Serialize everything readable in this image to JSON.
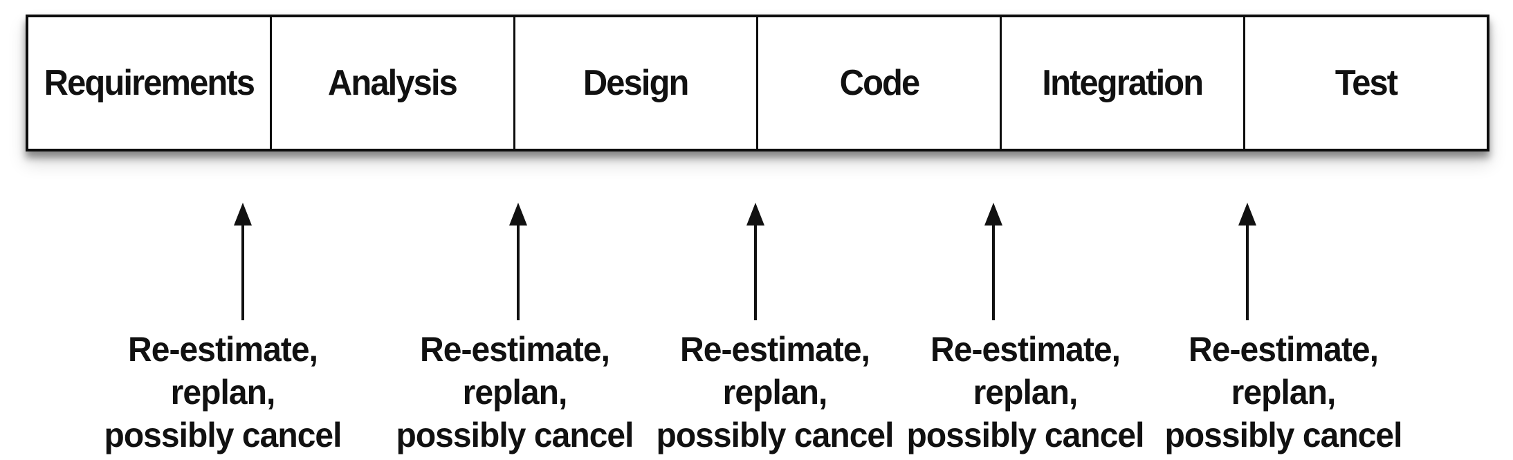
{
  "phases": [
    {
      "label": "Requirements"
    },
    {
      "label": "Analysis"
    },
    {
      "label": "Design"
    },
    {
      "label": "Code"
    },
    {
      "label": "Integration"
    },
    {
      "label": "Test"
    }
  ],
  "feedback": [
    {
      "icon": "up-arrow",
      "lines": [
        "Re-estimate,",
        "replan,",
        "possibly cancel"
      ]
    },
    {
      "icon": "up-arrow",
      "lines": [
        "Re-estimate,",
        "replan,",
        "possibly cancel"
      ]
    },
    {
      "icon": "up-arrow",
      "lines": [
        "Re-estimate,",
        "replan,",
        "possibly cancel"
      ]
    },
    {
      "icon": "up-arrow",
      "lines": [
        "Re-estimate,",
        "replan,",
        "possibly cancel"
      ]
    },
    {
      "icon": "up-arrow",
      "lines": [
        "Re-estimate,",
        "replan,",
        "possibly cancel"
      ]
    }
  ],
  "colors": {
    "ink": "#111111",
    "background": "#ffffff",
    "shadow": "rgba(0,0,0,0.38)"
  }
}
